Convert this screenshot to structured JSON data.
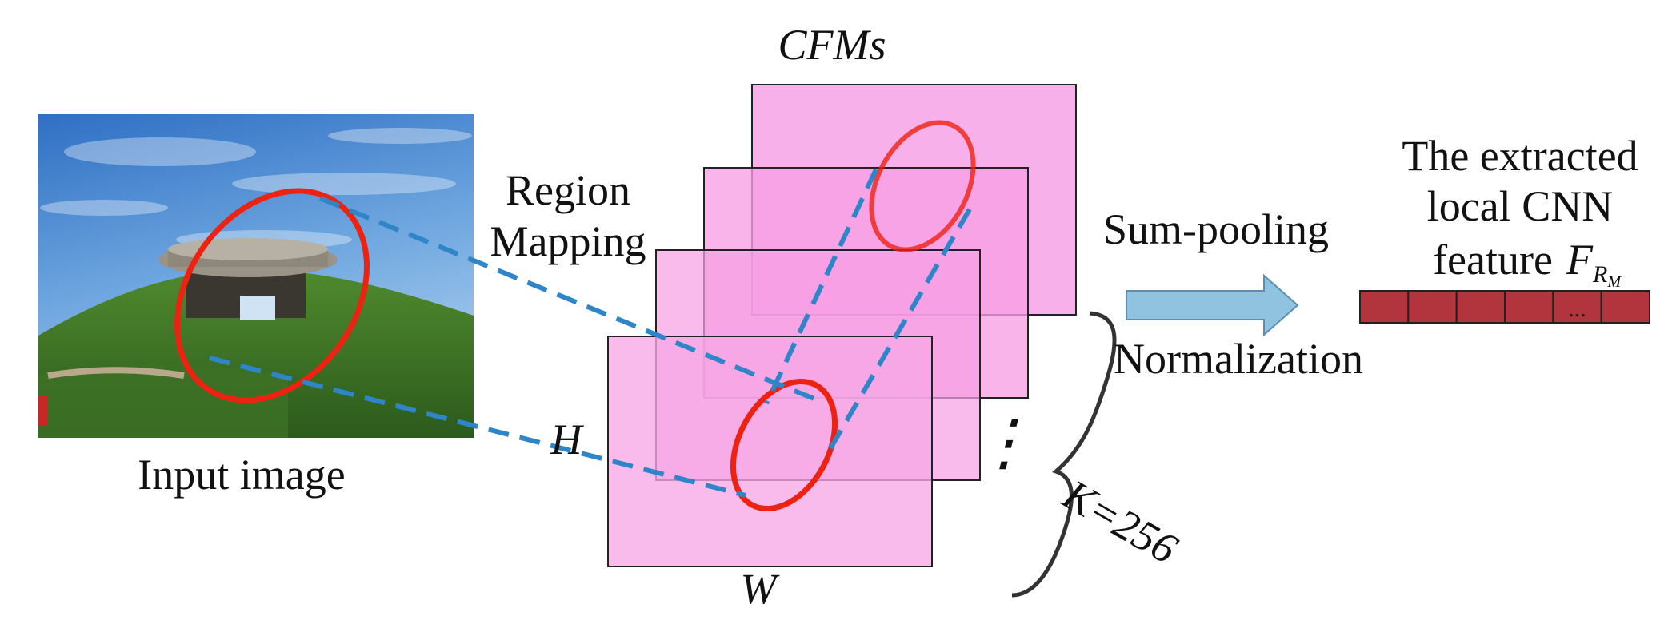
{
  "labels": {
    "cfms": "CFMs",
    "region_mapping_line1": "Region",
    "region_mapping_line2": "Mapping",
    "input_image": "Input image",
    "sum_pooling": "Sum-pooling",
    "normalization": "Normalization",
    "extracted_line1": "The extracted",
    "extracted_line2": "local CNN",
    "extracted_line3": "feature",
    "feature_symbol": "F",
    "feature_subscript_base": "R",
    "feature_subscript_sub": "M",
    "h": "H",
    "w": "W",
    "k": "K=256",
    "ellipsis": "...",
    "vertical_dots": "⋮"
  },
  "feature_vector": {
    "cells": 6,
    "ellipsis_cell": 4
  },
  "colors": {
    "map_fill": "#f7a8e6",
    "overlap_fill": "#ea6fd6",
    "region_ellipse": "#ee2211",
    "mapping_dash": "#2e86c8",
    "arrow_fill": "#8fc3e0",
    "arrow_stroke": "#5a8fb3",
    "vector_fill": "#b2343c"
  }
}
